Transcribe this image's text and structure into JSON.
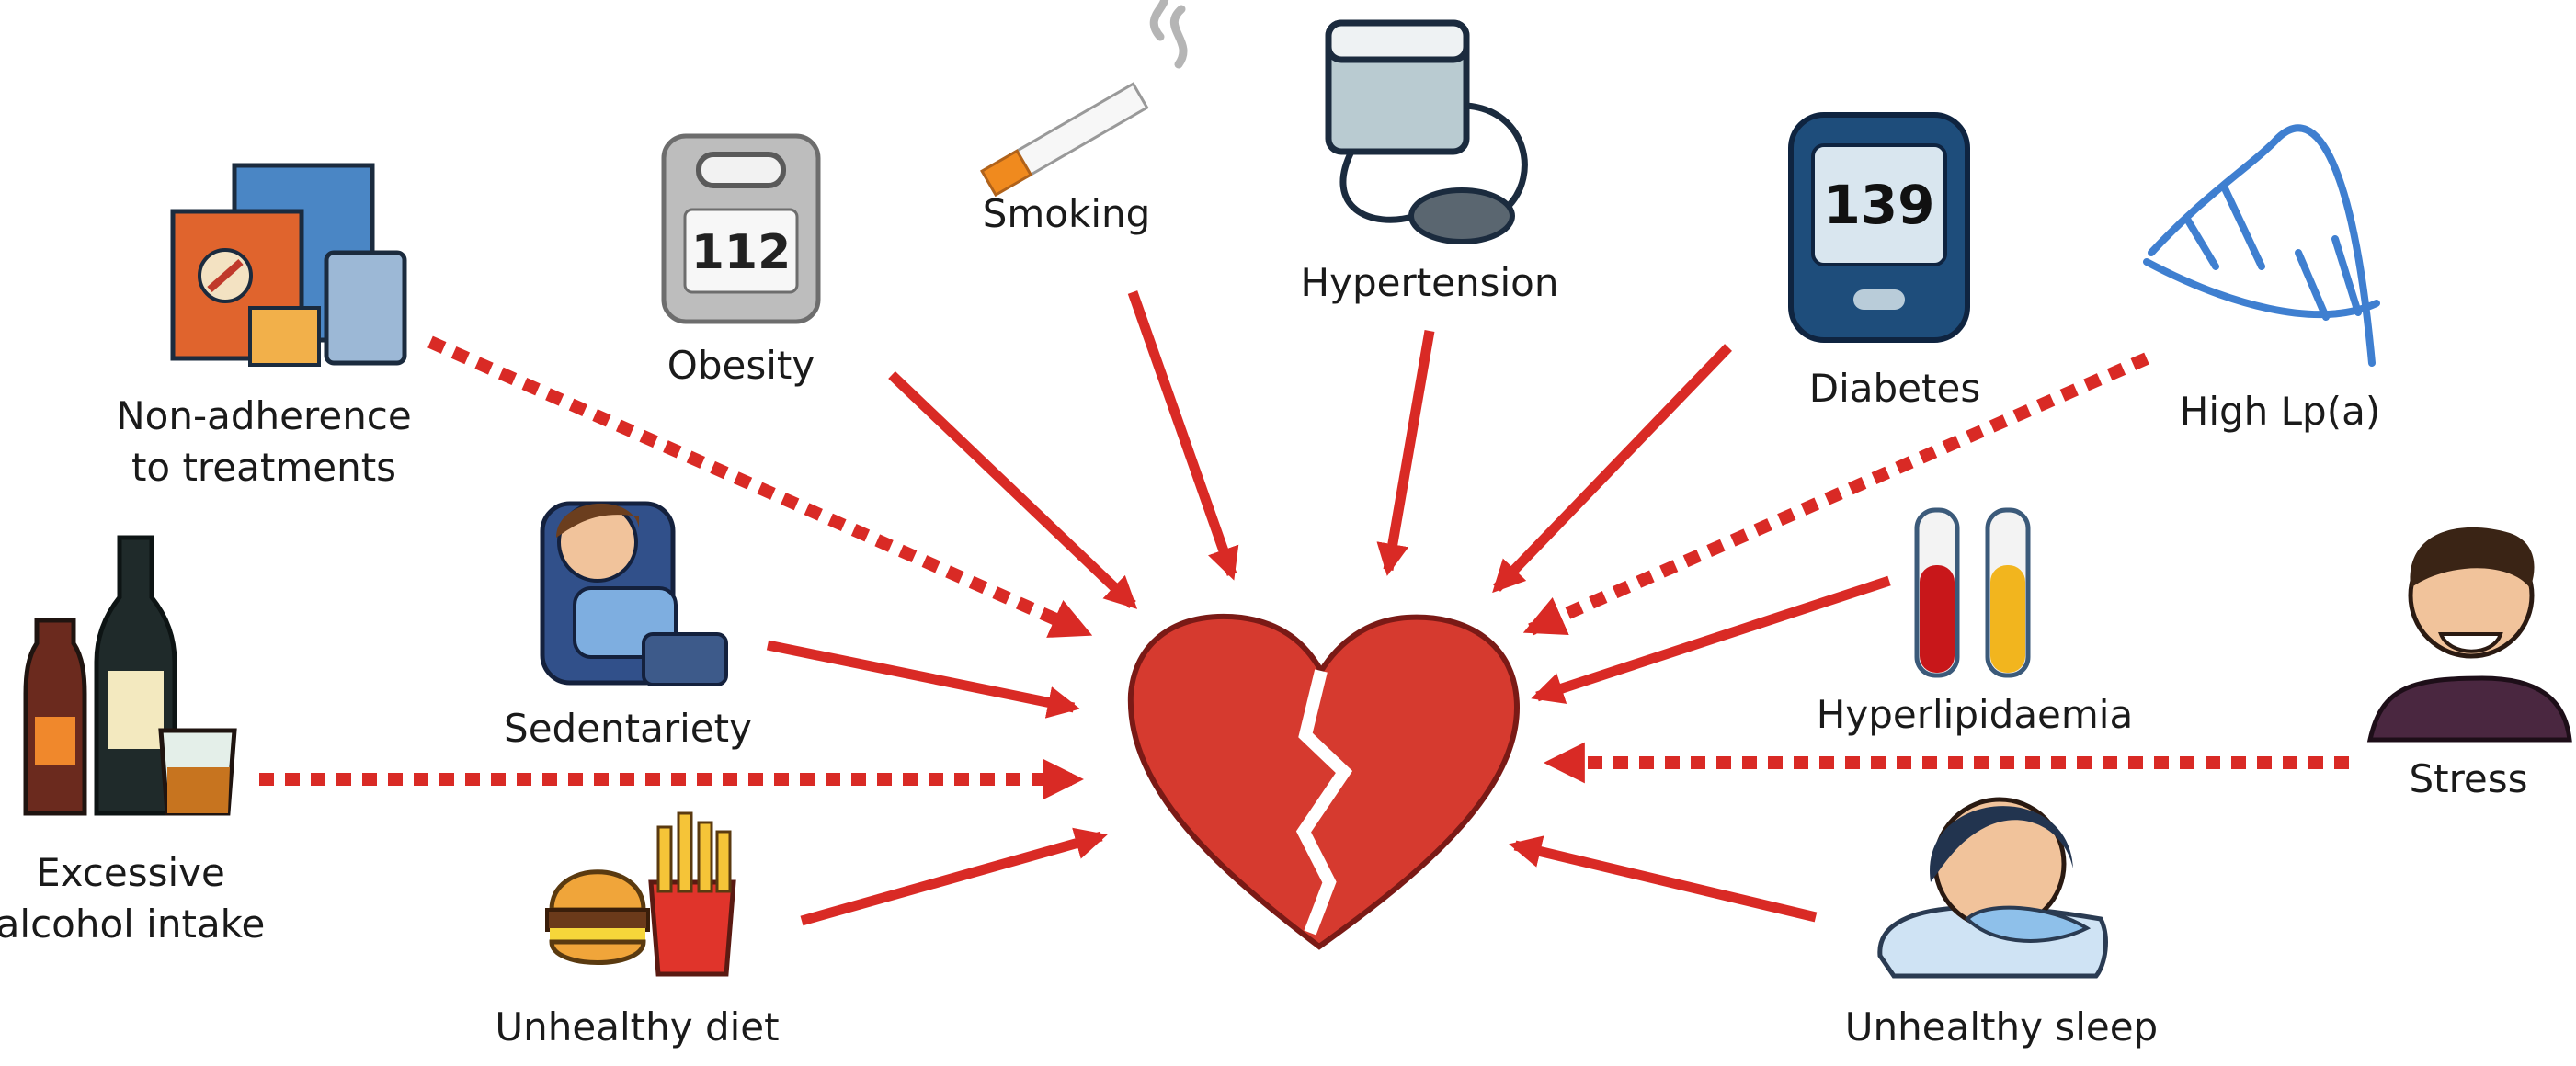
{
  "colors": {
    "arrow": "#d92a25",
    "heart": "#d63a2f",
    "heart_dark": "#8a1f1a"
  },
  "center": {
    "icon": "broken-heart-icon"
  },
  "factors": [
    {
      "id": "non-adherence",
      "lines": [
        "Non-adherence",
        "to treatments"
      ],
      "icon": "medicine-boxes-icon",
      "arrow": "dotted"
    },
    {
      "id": "obesity",
      "lines": [
        "Obesity"
      ],
      "icon": "weighing-scale-icon",
      "arrow": "solid"
    },
    {
      "id": "smoking",
      "lines": [
        "Smoking"
      ],
      "icon": "cigarette-icon",
      "arrow": "solid"
    },
    {
      "id": "hypertension",
      "lines": [
        "Hypertension"
      ],
      "icon": "blood-pressure-monitor-icon",
      "arrow": "solid"
    },
    {
      "id": "diabetes",
      "lines": [
        "Diabetes"
      ],
      "icon": "glucometer-icon",
      "icon_text": "139",
      "arrow": "solid"
    },
    {
      "id": "high-lpa",
      "lines": [
        "High Lp(a)"
      ],
      "icon": "dna-icon",
      "arrow": "dotted"
    },
    {
      "id": "sedentariety",
      "lines": [
        "Sedentariety"
      ],
      "icon": "person-in-armchair-icon",
      "arrow": "solid"
    },
    {
      "id": "hyperlipidaemia",
      "lines": [
        "Hyperlipidaemia"
      ],
      "icon": "blood-test-tubes-icon",
      "arrow": "solid"
    },
    {
      "id": "excessive-alcohol",
      "lines": [
        "Excessive",
        "alcohol intake"
      ],
      "icon": "alcohol-bottles-icon",
      "arrow": "dotted"
    },
    {
      "id": "stress",
      "lines": [
        "Stress"
      ],
      "icon": "stressed-man-icon",
      "arrow": "dotted"
    },
    {
      "id": "unhealthy-diet",
      "lines": [
        "Unhealthy diet"
      ],
      "icon": "fast-food-icon",
      "arrow": "solid"
    },
    {
      "id": "unhealthy-sleep",
      "lines": [
        "Unhealthy sleep"
      ],
      "icon": "sleeping-person-icon",
      "arrow": "solid"
    }
  ],
  "obesity_scale_text": "112"
}
